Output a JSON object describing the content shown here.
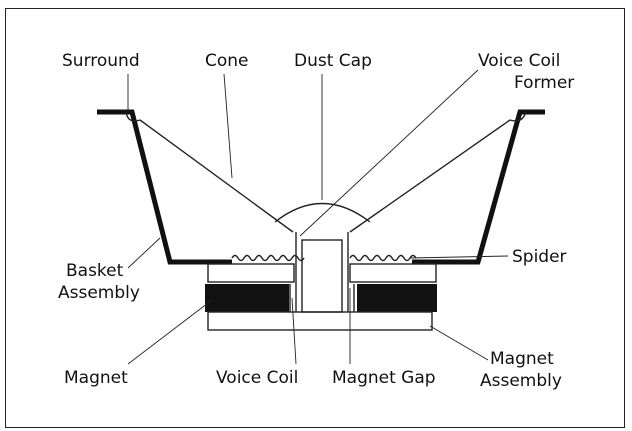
{
  "title": "",
  "labels": {
    "surround": "Surround",
    "cone": "Cone",
    "dust_cap": "Dust Cap",
    "voice_coil_former_1": "Voice Coil",
    "voice_coil_former_2": "Former",
    "spider": "Spider",
    "basket_1": "Basket",
    "basket_2": "Assembly",
    "magnet": "Magnet",
    "voice_coil": "Voice Coil",
    "magnet_gap": "Magnet Gap",
    "magnet_assembly_1": "Magnet",
    "magnet_assembly_2": "Assembly"
  },
  "colors": {
    "ink": "#111111",
    "background": "#ffffff"
  }
}
